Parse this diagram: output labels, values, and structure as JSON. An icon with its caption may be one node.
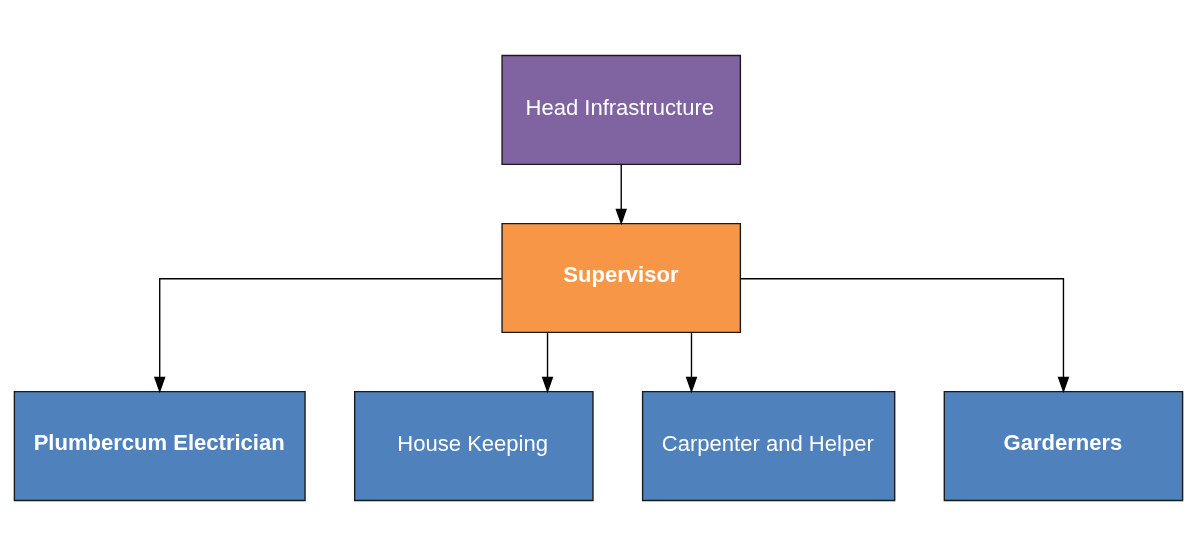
{
  "diagram": {
    "nodes": [
      {
        "text": [
          "Head Infrastructure"
        ]
      },
      {
        "text": [
          "Supervisor"
        ]
      },
      {
        "text": [
          "Plumbercum Electrician"
        ]
      },
      {
        "text": [
          "House Keeping"
        ]
      },
      {
        "text": [
          "Carpenter and Helper"
        ]
      },
      {
        "text": [
          "Garderners"
        ]
      }
    ],
    "edges": [
      {
        "from": 0,
        "to": 1,
        "arrow": "to"
      },
      {
        "from": 1,
        "to": 2,
        "arrow": "to"
      },
      {
        "from": 1,
        "to": 3,
        "arrow": "to"
      },
      {
        "from": 1,
        "to": 4,
        "arrow": "to"
      },
      {
        "from": 1,
        "to": 5,
        "arrow": "to"
      }
    ]
  }
}
